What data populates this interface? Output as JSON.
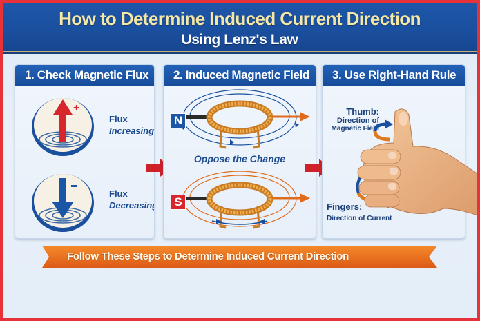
{
  "header": {
    "title": "How to Determine Induced Current Direction",
    "subtitle": "Using Lenz's Law"
  },
  "steps": [
    {
      "label": "1. Check Magnetic Flux",
      "items": [
        {
          "icon": "up-arrow-plus-icon",
          "sign": "+",
          "line1": "Flux",
          "line2": "Increasing",
          "color": "#d7262c"
        },
        {
          "icon": "down-arrow-minus-icon",
          "sign": "−",
          "line1": "Flux",
          "line2": "Decreasing",
          "color": "#1a56a6"
        }
      ]
    },
    {
      "label": "2. Induced Magnetic Field",
      "top_pole": "N",
      "bottom_pole": "S",
      "caption": "Oppose the Change"
    },
    {
      "label": "3. Use Right-Hand Rule",
      "thumb": {
        "title": "Thumb:",
        "line1": "Direction of",
        "line2": "Magnetic Field"
      },
      "fingers": {
        "title": "Fingers:",
        "line1": "Direction of Current"
      }
    }
  ],
  "banner": {
    "text": "Follow These Steps to Determine Induced Current Direction"
  },
  "colors": {
    "header_blue": "#1a4f9e",
    "title_gold": "#f5e7a6",
    "arrow_red": "#cf2028",
    "banner_orange": "#ee6f1e",
    "coil_copper": "#d98b2b",
    "north_blue": "#1c56a6",
    "south_red": "#d7262c",
    "frame_red": "#e8323a"
  }
}
